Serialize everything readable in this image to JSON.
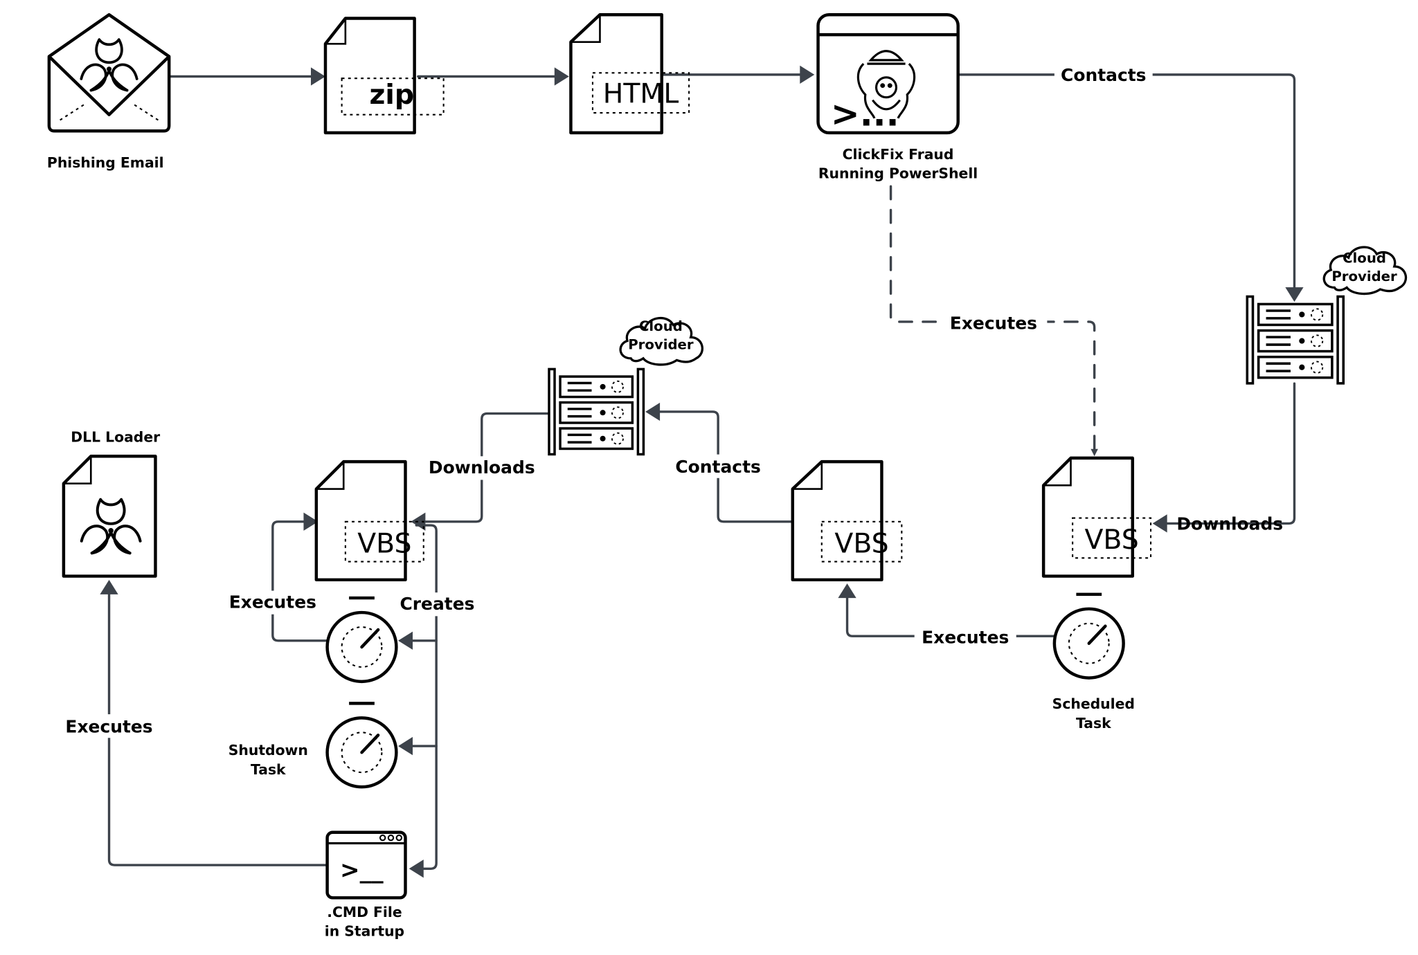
{
  "diagram": {
    "colors": {
      "edge": "#3d434b",
      "icon": "#000000",
      "background": "#ffffff"
    },
    "nodes": {
      "phishing_email": {
        "label": "Phishing Email",
        "icon": "envelope-biohazard-icon"
      },
      "zip": {
        "text": "zip",
        "icon": "file-icon"
      },
      "html": {
        "text": "HTML",
        "icon": "file-icon"
      },
      "clickfix": {
        "label_line1": "ClickFix Fraud",
        "label_line2": "Running PowerShell",
        "prompt": ">...",
        "icon": "terminal-bug-icon"
      },
      "cloud_server_right": {
        "cloud_line1": "Cloud",
        "cloud_line2": "Provider",
        "icon": "server-rack-icon"
      },
      "cloud_server_mid": {
        "cloud_line1": "Cloud",
        "cloud_line2": "Provider",
        "icon": "server-rack-icon"
      },
      "vbs_right": {
        "text": "VBS",
        "icon": "file-icon"
      },
      "scheduled_task": {
        "label_line1": "Scheduled",
        "label_line2": "Task",
        "icon": "timer-icon"
      },
      "vbs_mid": {
        "text": "VBS",
        "icon": "file-icon"
      },
      "vbs_left": {
        "text": "VBS",
        "icon": "file-icon"
      },
      "task_left": {
        "icon": "timer-icon"
      },
      "shutdown_task": {
        "label_line1": "Shutdown",
        "label_line2": "Task",
        "icon": "timer-icon"
      },
      "cmd_startup": {
        "label_line1": ".CMD File",
        "label_line2": "in Startup",
        "prompt": ">__",
        "icon": "terminal-window-icon"
      },
      "dll_loader": {
        "label": "DLL Loader",
        "icon": "file-biohazard-icon"
      }
    },
    "edges": {
      "clickfix_contacts": "Contacts",
      "clickfix_executes": "Executes",
      "right_downloads": "Downloads",
      "sched_executes": "Executes",
      "mid_contacts": "Contacts",
      "left_downloads": "Downloads",
      "left_executes": "Executes",
      "left_creates": "Creates",
      "cmd_executes": "Executes"
    }
  }
}
